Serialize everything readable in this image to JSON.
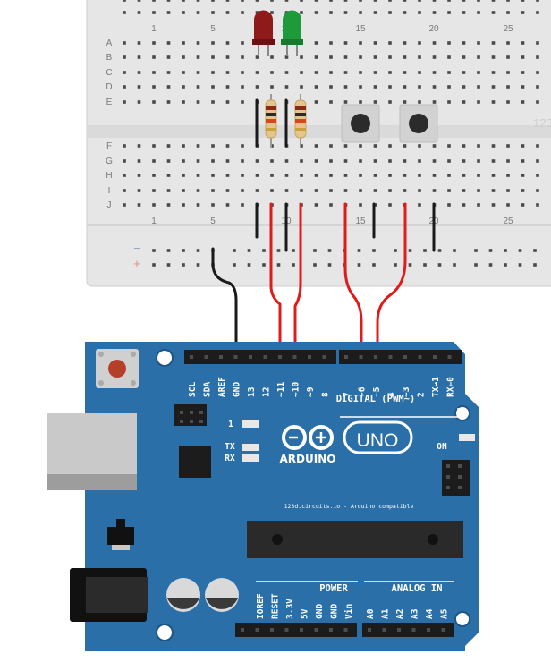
{
  "breadboard": {
    "column_numbers": [
      "1",
      "5",
      "10",
      "15",
      "20",
      "25"
    ],
    "rows_top": [
      "A",
      "B",
      "C",
      "D",
      "E"
    ],
    "rows_bottom": [
      "F",
      "G",
      "H",
      "I",
      "J"
    ],
    "rail_minus": "−",
    "rail_plus": "+",
    "watermark": "123"
  },
  "arduino": {
    "brand": "ARDUINO",
    "model": "UNO",
    "compat_text": "123d.circuits.io - Arduino compatible",
    "digital_header": "DIGITAL (PWM~)",
    "power_header": "POWER",
    "analog_header": "ANALOG IN",
    "led_on_label": "ON",
    "led_l_label": "1",
    "led_tx_label": "TX",
    "led_rx_label": "RX",
    "top_pins_left": [
      "SCL",
      "SDA",
      "AREF",
      "GND",
      "13",
      "12",
      "~11",
      "~10",
      "~9",
      "8"
    ],
    "top_pins_right": [
      "7",
      "~6",
      "~5",
      "4",
      "~3",
      "2",
      "TX→1",
      "RX←0"
    ],
    "power_pins": [
      "IOREF",
      "RESET",
      "3.3V",
      "5V",
      "GND",
      "GND",
      "Vin"
    ],
    "analog_pins": [
      "A0",
      "A1",
      "A2",
      "A3",
      "A4",
      "A5"
    ]
  },
  "components": {
    "led_red_color": "#9b1c1c",
    "led_green_color": "#1f9a3a",
    "wire_red": "#e01b1b",
    "wire_black": "#1a1a1a",
    "board_blue": "#2a6fa8"
  }
}
